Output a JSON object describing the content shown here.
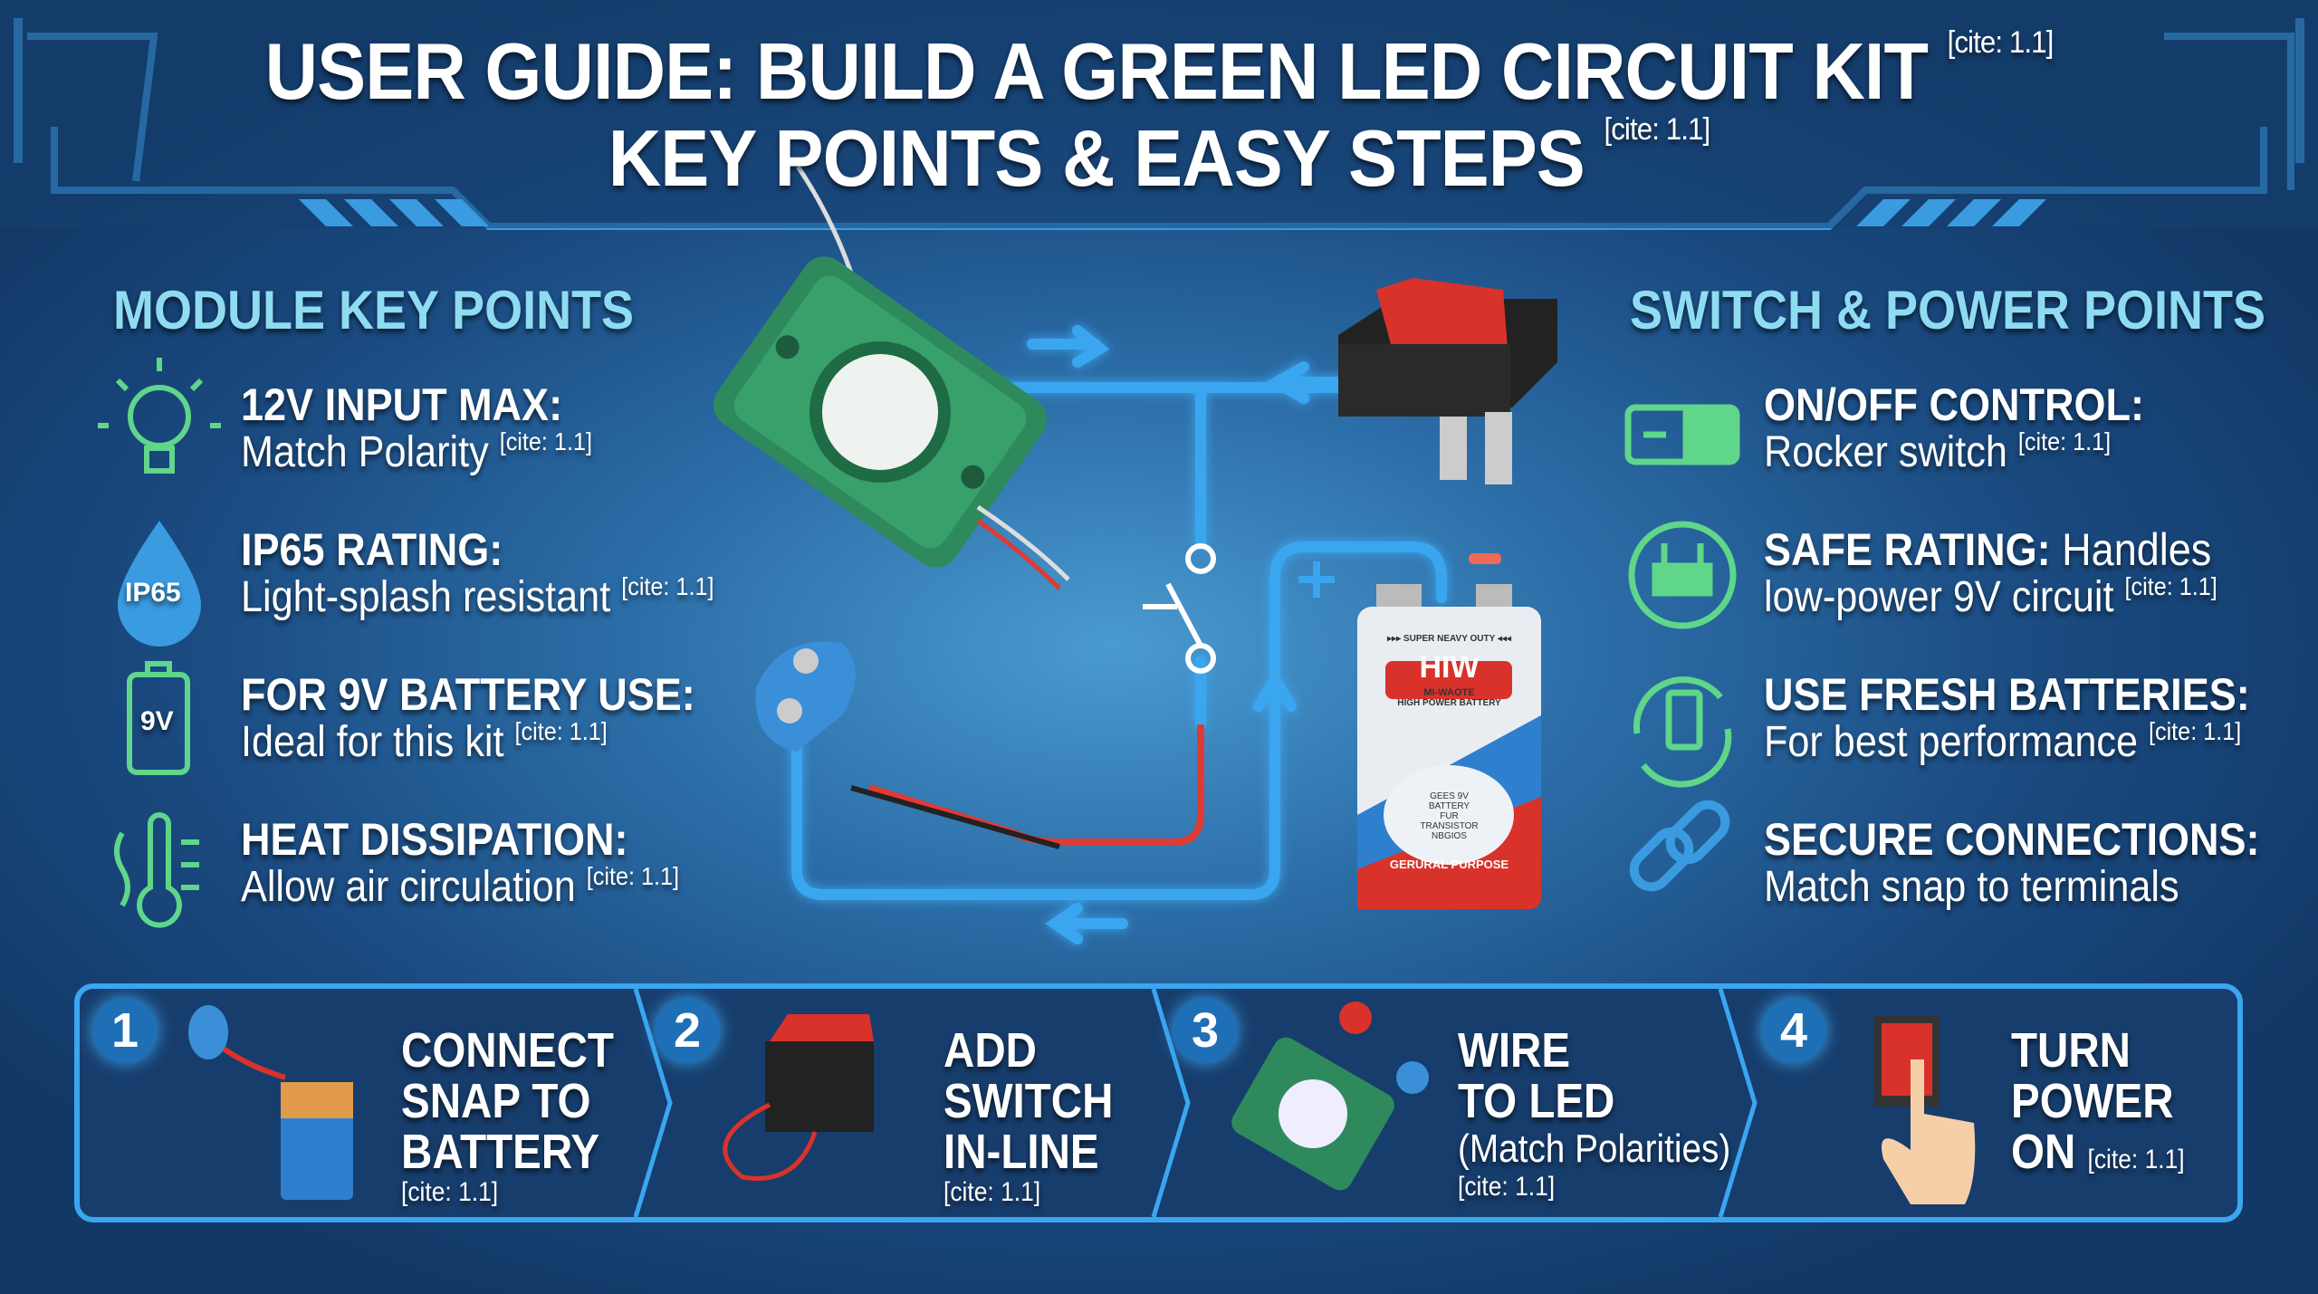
{
  "header": {
    "title_line1": "USER GUIDE: BUILD A GREEN LED CIRCUIT KIT",
    "title_line2": "KEY POINTS & EASY STEPS",
    "cite": "[cite: 1.1]"
  },
  "left": {
    "heading": "MODULE KEY POINTS",
    "items": [
      {
        "icon": "lightbulb-icon",
        "title": "12V INPUT MAX:",
        "text": "Match Polarity",
        "cite": "[cite: 1.1]"
      },
      {
        "icon": "water-drop-icon",
        "badge": "IP65",
        "title": "IP65 RATING:",
        "text": "Light-splash resistant",
        "cite": "[cite: 1.1]"
      },
      {
        "icon": "battery-icon",
        "badge": "9V",
        "title": "FOR 9V BATTERY USE:",
        "text": "Ideal for this kit",
        "cite": "[cite: 1.1]"
      },
      {
        "icon": "thermometer-icon",
        "title": "HEAT DISSIPATION:",
        "text": "Allow air circulation",
        "cite": "[cite: 1.1]"
      }
    ]
  },
  "right": {
    "heading": "SWITCH & POWER POINTS",
    "items": [
      {
        "icon": "toggle-switch-icon",
        "title": "ON/OFF CONTROL:",
        "text": "Rocker switch",
        "cite": "[cite: 1.1]"
      },
      {
        "icon": "plug-icon",
        "title": "SAFE RATING:",
        "title_rest": "Handles",
        "text": "low-power 9V circuit",
        "cite": "[cite: 1.1]"
      },
      {
        "icon": "battery-recycle-icon",
        "title": "USE FRESH BATTERIES:",
        "text": "For best performance",
        "cite": "[cite: 1.1]"
      },
      {
        "icon": "chain-link-icon",
        "title": "SECURE CONNECTIONS:",
        "text": "Match snap to terminals"
      }
    ]
  },
  "battery": {
    "top": "▸▸▸ SUPER NEAVY OUTY ◂◂◂",
    "brand": "HIW",
    "sub1": "MI-WAOTE",
    "sub2": "HIGH POWER BATTERY",
    "oval": [
      "GEES 9V",
      "BATTERY",
      "FUR",
      "TRANSISTOR",
      "NBGIOS"
    ],
    "bottom": "GERURAL PURPOSE"
  },
  "steps": [
    {
      "num": "1",
      "lines": [
        "CONNECT",
        "SNAP TO",
        "BATTERY"
      ],
      "cite": "[cite: 1.1]"
    },
    {
      "num": "2",
      "lines": [
        "ADD",
        "SWITCH",
        "IN-LINE"
      ],
      "cite": "[cite: 1.1]"
    },
    {
      "num": "3",
      "lines": [
        "WIRE",
        "TO LED"
      ],
      "paren": "(Match Polarities)",
      "cite": "[cite: 1.1]"
    },
    {
      "num": "4",
      "lines": [
        "TURN",
        "POWER",
        "ON"
      ],
      "cite": "[cite: 1.1]"
    }
  ],
  "colors": {
    "accent": "#3aa0e6",
    "green": "#5fd68a",
    "heading": "#8fdcf2",
    "led": "#2e8a5c",
    "red": "#d9322b"
  }
}
